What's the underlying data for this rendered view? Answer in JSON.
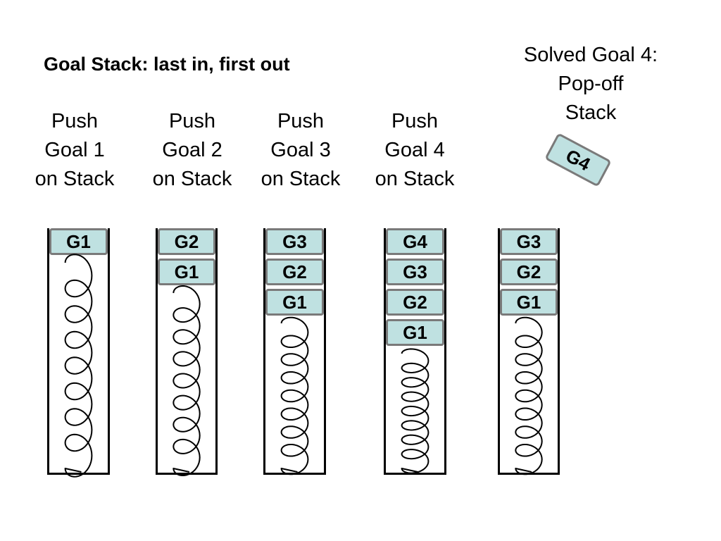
{
  "title": "Goal Stack: last in, first out",
  "captions": [
    {
      "line1": "Push",
      "line2": "Goal 1",
      "line3": "on Stack"
    },
    {
      "line1": "Push",
      "line2": "Goal 2",
      "line3": "on Stack"
    },
    {
      "line1": "Push",
      "line2": "Goal 3",
      "line3": "on Stack"
    },
    {
      "line1": "Push",
      "line2": "Goal 4",
      "line3": "on Stack"
    }
  ],
  "solved_caption": {
    "line1": "Solved Goal 4:",
    "line2": "Pop-off",
    "line3": "Stack"
  },
  "stacks": [
    {
      "blocks": [
        "G1"
      ]
    },
    {
      "blocks": [
        "G2",
        "G1"
      ]
    },
    {
      "blocks": [
        "G3",
        "G2",
        "G1"
      ]
    },
    {
      "blocks": [
        "G4",
        "G3",
        "G2",
        "G1"
      ]
    },
    {
      "blocks": [
        "G3",
        "G2",
        "G1"
      ]
    }
  ],
  "popped_block": "G4",
  "colors": {
    "block_fill": "#bfe1e1",
    "block_border": "#7a7a7a",
    "stack_outline": "#000000"
  }
}
